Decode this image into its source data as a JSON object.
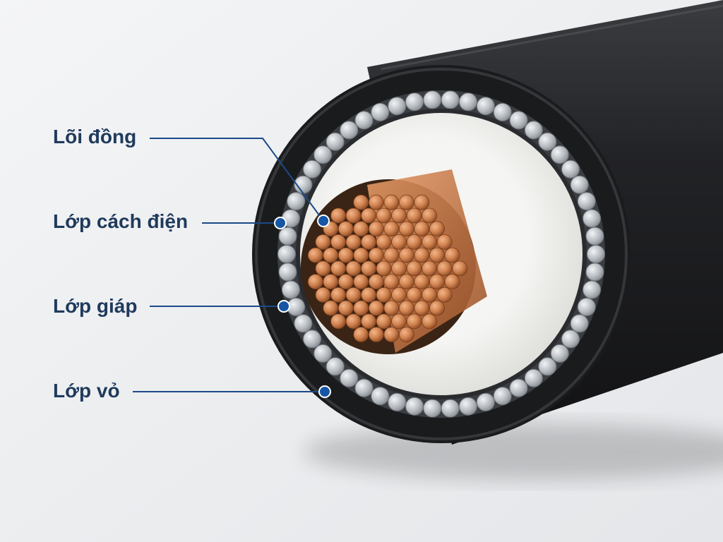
{
  "labels": {
    "core": "Lõi đồng",
    "insulation": "Lớp cách điện",
    "armor": "Lớp giáp",
    "sheath": "Lớp vỏ"
  },
  "colors": {
    "label_text": "#1f3b5c",
    "leader_line": "#1b4a86",
    "marker_dot": "#1656a5",
    "sheath": "#1b1c1e",
    "armor_wire": "#b9bec4",
    "insulation": "#f1f1ee",
    "copper": "#c8784a",
    "background": "#eef0f2"
  }
}
